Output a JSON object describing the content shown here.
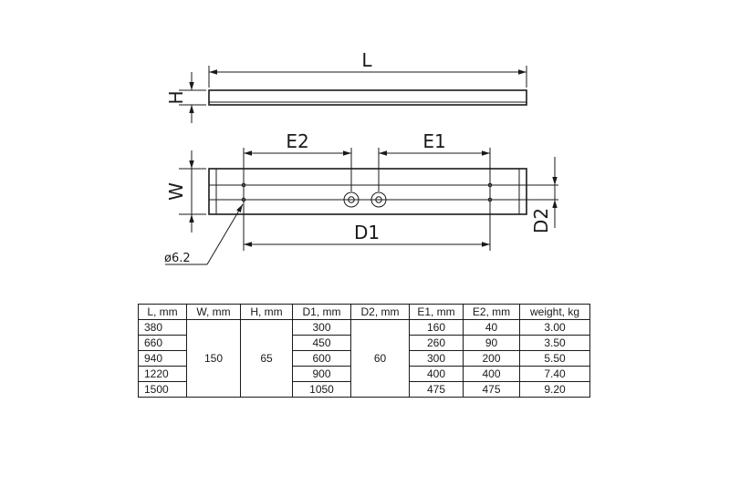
{
  "drawing": {
    "labels": {
      "length": "L",
      "height": "H",
      "width": "W",
      "e1": "E1",
      "e2": "E2",
      "d1": "D1",
      "d2": "D2",
      "hole_diameter": "ø6.2"
    }
  },
  "table": {
    "headers": [
      "L, mm",
      "W, mm",
      "H, mm",
      "D1, mm",
      "D2, mm",
      "E1, mm",
      "E2, mm",
      "weight, kg"
    ],
    "shared": {
      "W": "150",
      "H": "65",
      "D2": "60"
    },
    "rows": [
      {
        "L": "380",
        "D1": "300",
        "E1": "160",
        "E2": "40",
        "weight": "3.00"
      },
      {
        "L": "660",
        "D1": "450",
        "E1": "260",
        "E2": "90",
        "weight": "3.50"
      },
      {
        "L": "940",
        "D1": "600",
        "E1": "300",
        "E2": "200",
        "weight": "5.50"
      },
      {
        "L": "1220",
        "D1": "900",
        "E1": "400",
        "E2": "400",
        "weight": "7.40"
      },
      {
        "L": "1500",
        "D1": "1050",
        "E1": "475",
        "E2": "475",
        "weight": "9.20"
      }
    ]
  }
}
